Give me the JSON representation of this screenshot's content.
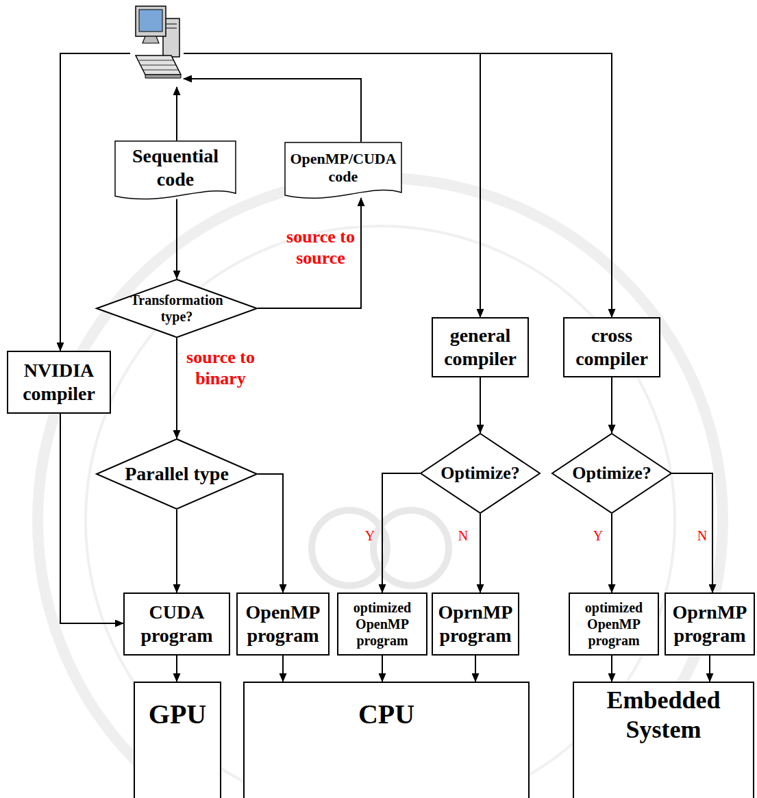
{
  "diagram": {
    "nodes": [
      {
        "text": []
      },
      {
        "text": [
          "Sequential code"
        ]
      },
      {
        "text": [
          "OpenMP/CUDA code"
        ]
      },
      {
        "text": [
          "Transformation type?"
        ]
      },
      {
        "text": [
          "NVIDIA compiler"
        ]
      },
      {
        "text": [
          "general compiler"
        ]
      },
      {
        "text": [
          "cross compiler"
        ]
      },
      {
        "text": [
          "Parallel type"
        ]
      },
      {
        "text": [
          "Optimize?"
        ]
      },
      {
        "text": [
          "Optimize?"
        ]
      },
      {
        "text": [
          "CUDA program"
        ]
      },
      {
        "text": [
          "OpenMP program"
        ]
      },
      {
        "text": [
          "optimized OpenMP program"
        ]
      },
      {
        "text": [
          "OprnMP program"
        ]
      },
      {
        "text": [
          "optimized OpenMP program"
        ]
      },
      {
        "text": [
          "OprnMP program"
        ]
      },
      {
        "text": [
          "GPU"
        ]
      },
      {
        "text": [
          "CPU"
        ]
      },
      {
        "text": [
          "Embedded System"
        ]
      }
    ],
    "edges": [
      {
        "from": 1,
        "to": 0,
        "arrow": "to"
      },
      {
        "from": 2,
        "to": 0,
        "arrow": "to"
      },
      {
        "from": 1,
        "to": 3,
        "arrow": "to"
      },
      {
        "from": 3,
        "to": 2,
        "label": "source to source",
        "arrow": "to"
      },
      {
        "from": 3,
        "to": 7,
        "label": "source to binary",
        "arrow": "to"
      },
      {
        "from": 0,
        "to": 4,
        "arrow": "to"
      },
      {
        "from": 0,
        "to": 5,
        "arrow": "to"
      },
      {
        "from": 0,
        "to": 6,
        "arrow": "to"
      },
      {
        "from": 7,
        "to": 10,
        "arrow": "to"
      },
      {
        "from": 7,
        "to": 11,
        "arrow": "to"
      },
      {
        "from": 4,
        "to": 10,
        "arrow": "to"
      },
      {
        "from": 5,
        "to": 8,
        "arrow": "to"
      },
      {
        "from": 6,
        "to": 9,
        "arrow": "to"
      },
      {
        "from": 8,
        "to": 12,
        "label": "Y",
        "arrow": "to"
      },
      {
        "from": 8,
        "to": 13,
        "label": "N",
        "arrow": "to"
      },
      {
        "from": 9,
        "to": 14,
        "label": "Y",
        "arrow": "to"
      },
      {
        "from": 9,
        "to": 15,
        "label": "N",
        "arrow": "to"
      },
      {
        "from": 10,
        "to": 16,
        "arrow": "to"
      },
      {
        "from": 11,
        "to": 17,
        "arrow": "to"
      },
      {
        "from": 12,
        "to": 17,
        "arrow": "to"
      },
      {
        "from": 13,
        "to": 17,
        "arrow": "to"
      },
      {
        "from": 14,
        "to": 18,
        "arrow": "to"
      },
      {
        "from": 15,
        "to": 18,
        "arrow": "to"
      }
    ]
  }
}
